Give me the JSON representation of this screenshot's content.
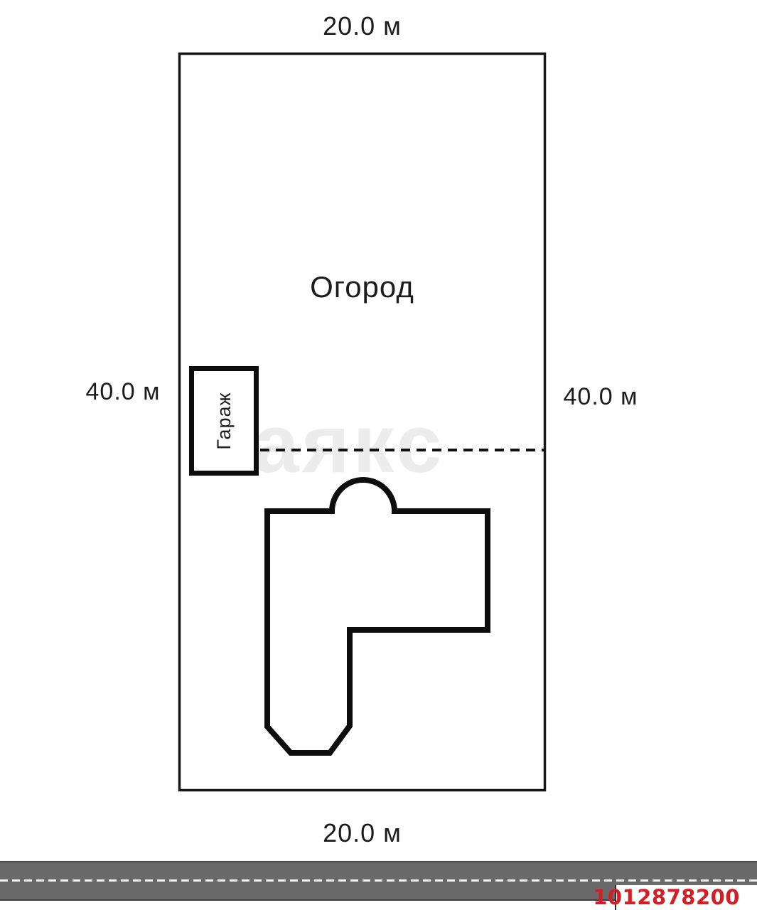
{
  "diagram": {
    "dim_top": "20.0 м",
    "dim_bottom": "20.0 м",
    "dim_left": "40.0 м",
    "dim_right": "40.0 м",
    "garden_label": "Огород",
    "garage_label": "Гараж",
    "watermark": "аякс"
  },
  "footer": {
    "listing_id": "1012878200"
  },
  "colors": {
    "line_black": "#111111",
    "road_gray": "#6a6a6a",
    "watermark_gray": "#ececec",
    "listing_id_red": "#d21e24"
  }
}
